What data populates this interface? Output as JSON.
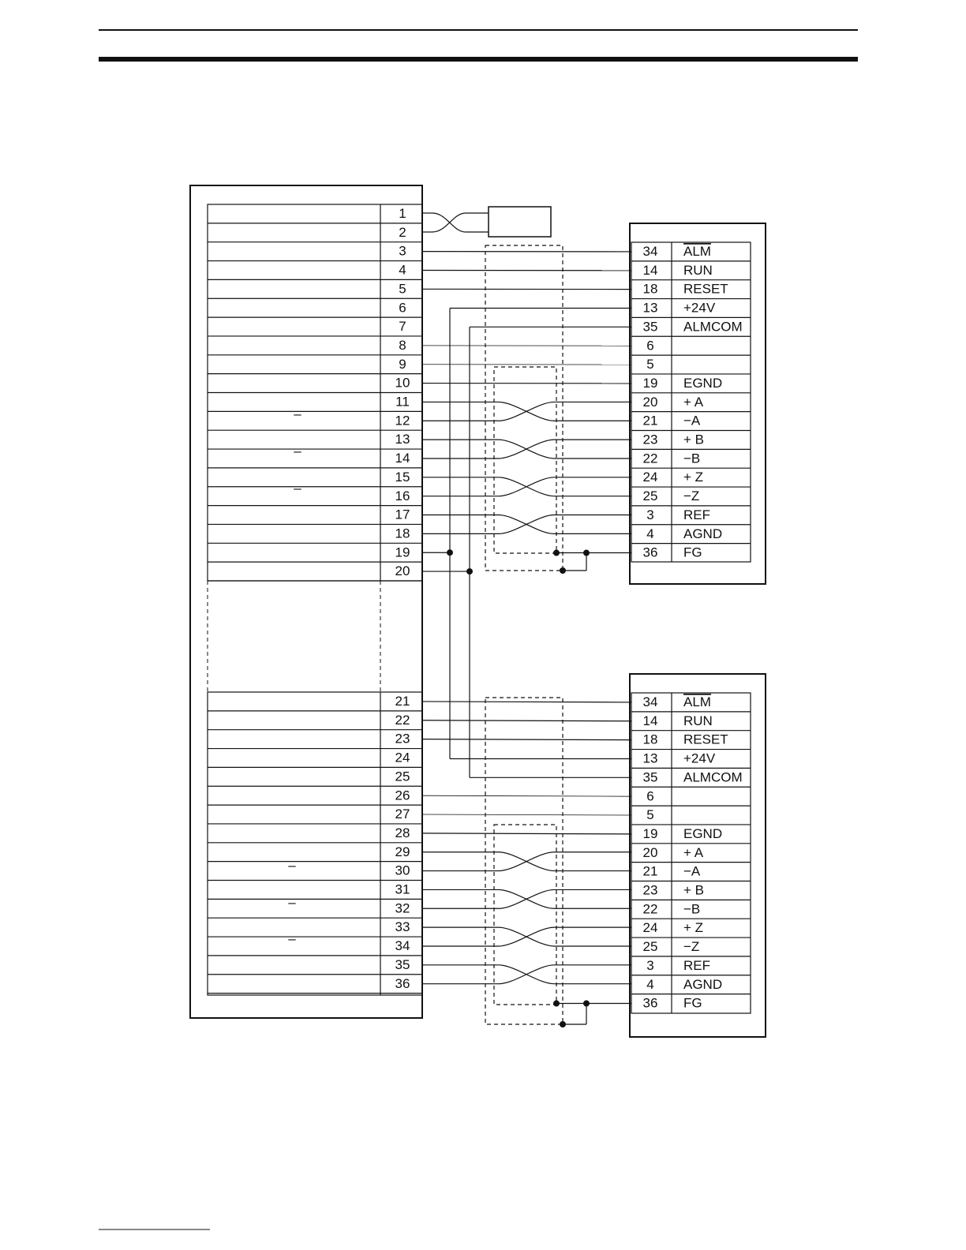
{
  "left_pins_top": [
    "1",
    "2",
    "3",
    "4",
    "5",
    "6",
    "7",
    "8",
    "9",
    "10",
    "11",
    "12",
    "13",
    "14",
    "15",
    "16",
    "17",
    "18",
    "19",
    "20"
  ],
  "left_pins_bottom": [
    "21",
    "22",
    "23",
    "24",
    "25",
    "26",
    "27",
    "28",
    "29",
    "30",
    "31",
    "32",
    "33",
    "34",
    "35",
    "36"
  ],
  "bar_marks_top": [
    "–",
    "–",
    "–"
  ],
  "bar_marks_bottom": [
    "–",
    "–",
    "–"
  ],
  "driver_top": {
    "pins": [
      "34",
      "14",
      "18",
      "13",
      "35",
      "6",
      "5",
      "19",
      "20",
      "21",
      "23",
      "22",
      "24",
      "25",
      "3",
      "4",
      "36"
    ],
    "signals": [
      "ALM",
      "RUN",
      "RESET",
      "+24V",
      "ALMCOM",
      "",
      "",
      "EGND",
      "+ A",
      "−A",
      "+ B",
      "−B",
      "+ Z",
      "−Z",
      "REF",
      "AGND",
      "FG"
    ]
  },
  "driver_bottom": {
    "pins": [
      "34",
      "14",
      "18",
      "13",
      "35",
      "6",
      "5",
      "19",
      "20",
      "21",
      "23",
      "22",
      "24",
      "25",
      "3",
      "4",
      "36"
    ],
    "signals": [
      "ALM",
      "RUN",
      "RESET",
      "+24V",
      "ALMCOM",
      "",
      "",
      "EGND",
      "+ A",
      "−A",
      "+ B",
      "−B",
      "+ Z",
      "−Z",
      "REF",
      "AGND",
      "FG"
    ]
  },
  "overlined_signals": [
    "ALM"
  ],
  "colors": {
    "line": "#111111",
    "background": "#ffffff"
  }
}
